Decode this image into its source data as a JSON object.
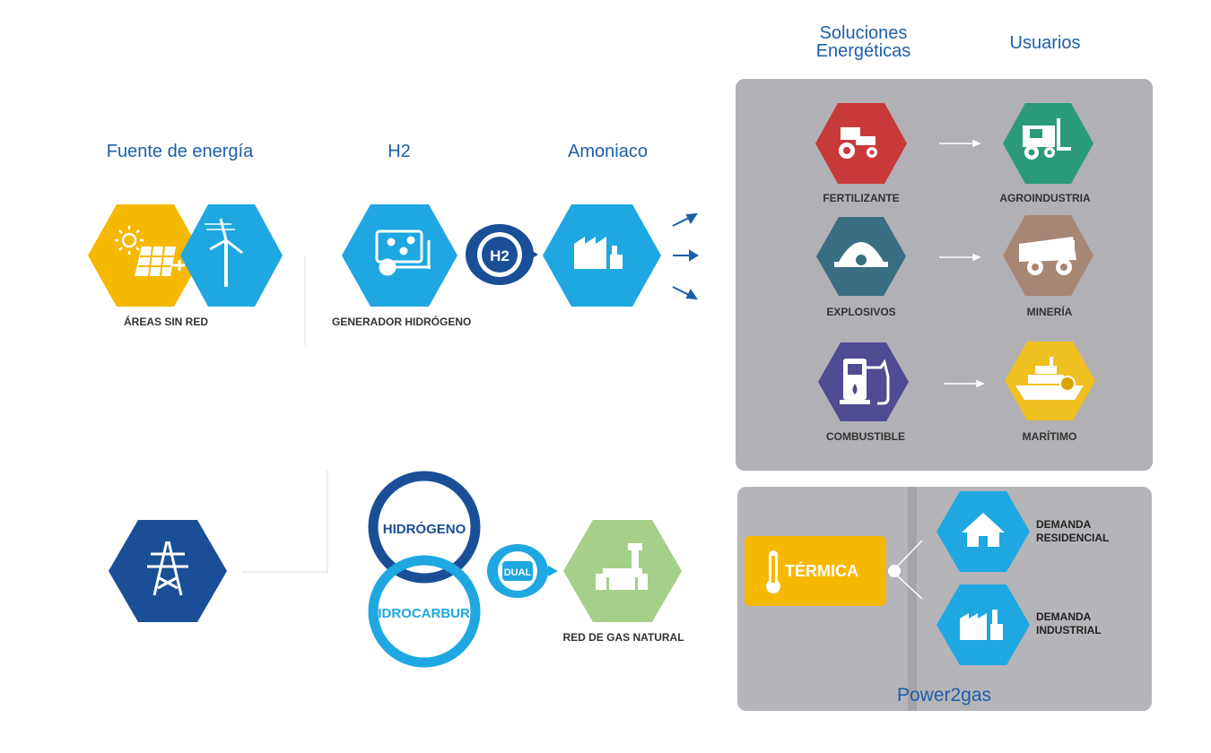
{
  "headers": {
    "fuente": "Fuente de energía",
    "h2": "H2",
    "amoniaco": "Amoniaco",
    "soluciones_l1": "Soluciones",
    "soluciones_l2": "Energéticas",
    "usuarios": "Usuarios"
  },
  "top_row": {
    "areas_label": "ÁREAS SIN RED",
    "generador_label": "GENERADOR HIDRÓGENO",
    "h2_badge": "H2"
  },
  "solutions": [
    {
      "label": "FERTILIZANTE",
      "color": "#c8393a",
      "icon": "tractor-icon"
    },
    {
      "label": "EXPLOSIVOS",
      "color": "#3a6e82",
      "icon": "hardhat-icon"
    },
    {
      "label": "COMBUSTIBLE",
      "color": "#4f4c93",
      "icon": "fuel-pump-icon"
    }
  ],
  "users": [
    {
      "label": "AGROINDUSTRIA",
      "color": "#2a9a7a",
      "icon": "forklift-icon"
    },
    {
      "label": "MINERÍA",
      "color": "#a88674",
      "icon": "mining-truck-icon"
    },
    {
      "label": "MARÍTIMO",
      "color": "#f0c020",
      "icon": "ship-icon"
    }
  ],
  "bottom_row": {
    "hidrogeno": "HIDRÓGENO",
    "hidrocarburo": "HIDROCARBURO",
    "dual": "DUAL",
    "red_gas_label": "RED DE GAS NATURAL"
  },
  "power2gas": {
    "termica": "TÉRMICA",
    "residencial_l1": "DEMANDA",
    "residencial_l2": "RESIDENCIAL",
    "industrial_l1": "DEMANDA",
    "industrial_l2": "INDUSTRIAL",
    "title": "Power2gas"
  },
  "colors": {
    "blue_primary": "#1ea7e1",
    "blue_dark": "#1a4f97",
    "yellow": "#f6b800",
    "green_light": "#a6cf8a",
    "panel_gray": "#b1b0b5"
  }
}
